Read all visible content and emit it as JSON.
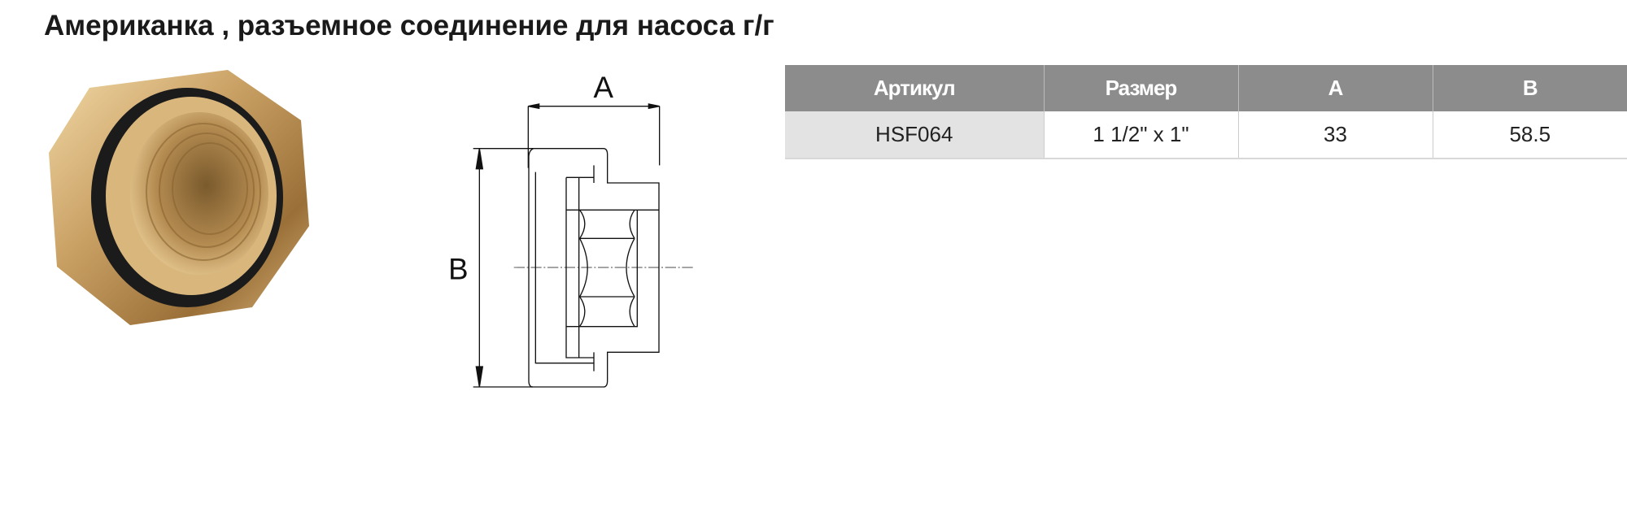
{
  "title": "Американка , разъемное соединение для насоса г/г",
  "drawing": {
    "dim_a": "A",
    "dim_b": "B"
  },
  "table": {
    "headers": [
      "Артикул",
      "Размер",
      "A",
      "B"
    ],
    "rows": [
      [
        "HSF064",
        "1 1/2\" x 1\"",
        "33",
        "58.5"
      ]
    ]
  },
  "colors": {
    "header_bg": "#8c8c8c",
    "first_col_bg": "#e3e3e3",
    "brass": "#c9a064"
  }
}
